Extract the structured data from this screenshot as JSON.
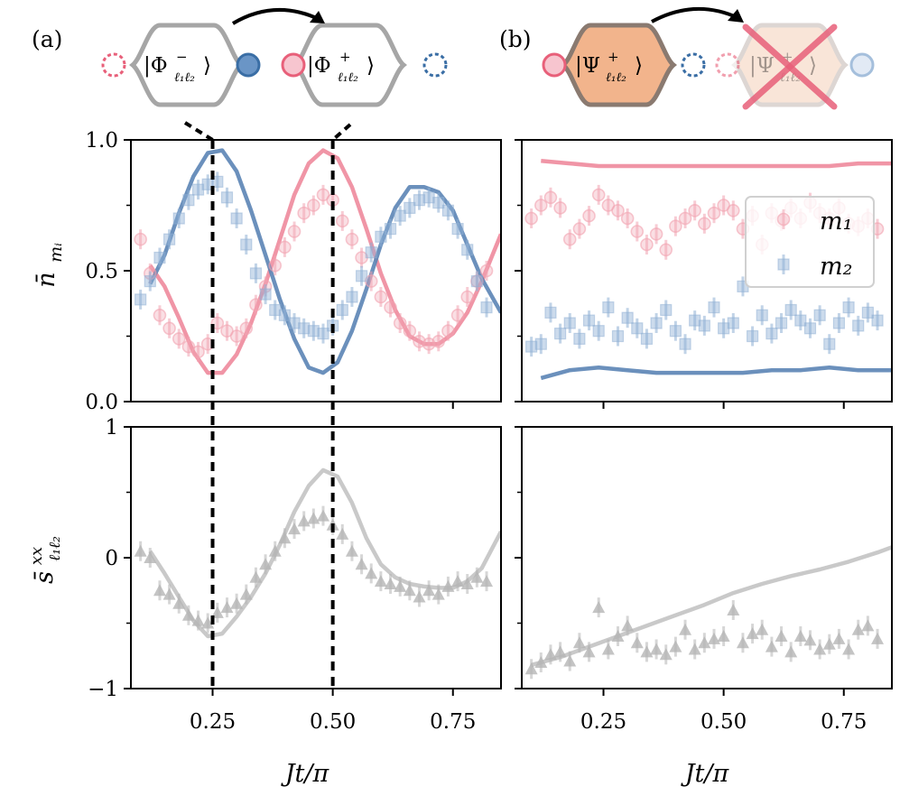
{
  "panels": {
    "a_tag": "(a)",
    "b_tag": "(b)"
  },
  "labels": {
    "x_label": "Jt/π",
    "top_y_label": "n̄",
    "top_y_sub": "mᵢ",
    "bottom_y_label": "s̄",
    "bottom_y_sup": "xx",
    "bottom_y_sub": "ℓ₁ℓ₂",
    "diagram_a_left": "|Φ",
    "diagram_a_left_sup": "−",
    "diagram_a_right": "|Φ",
    "diagram_a_right_sup": "+",
    "diagram_b_left": "|Ψ",
    "diagram_b_left_sup": "+",
    "diagram_b_right": "|Ψ",
    "diagram_sub": "ℓ₁ℓ₂",
    "ket_close": "⟩"
  },
  "legend": {
    "m1": "m₁",
    "m2": "m₂"
  },
  "colors": {
    "red": "#e8607a",
    "red_light": "#f2a3b1",
    "blue": "#3a6ea5",
    "blue_light": "#8fb0d4",
    "grey": "#b8b8b8",
    "orange": "#f2b48c"
  },
  "chart_data": [
    {
      "panel": "a-top",
      "type": "line",
      "xlim": [
        0.08,
        0.85
      ],
      "ylim": [
        0.0,
        1.0
      ],
      "x_ticks": [
        "0.25",
        "0.50",
        "0.75"
      ],
      "y_ticks": [
        "0.0",
        "0.5",
        "1.0"
      ],
      "series": [
        {
          "name": "m₁",
          "kind": "theory",
          "x": [
            0.12,
            0.15,
            0.18,
            0.21,
            0.24,
            0.27,
            0.3,
            0.33,
            0.36,
            0.39,
            0.42,
            0.45,
            0.48,
            0.51,
            0.54,
            0.57,
            0.6,
            0.63,
            0.66,
            0.69,
            0.72,
            0.75,
            0.78,
            0.81,
            0.85
          ],
          "y": [
            0.52,
            0.44,
            0.32,
            0.19,
            0.11,
            0.11,
            0.18,
            0.3,
            0.45,
            0.62,
            0.79,
            0.91,
            0.96,
            0.93,
            0.82,
            0.66,
            0.49,
            0.35,
            0.25,
            0.22,
            0.22,
            0.26,
            0.34,
            0.46,
            0.64
          ]
        },
        {
          "name": "m₂",
          "kind": "theory",
          "x": [
            0.12,
            0.15,
            0.18,
            0.21,
            0.24,
            0.27,
            0.3,
            0.33,
            0.36,
            0.39,
            0.42,
            0.45,
            0.48,
            0.51,
            0.54,
            0.57,
            0.6,
            0.63,
            0.66,
            0.69,
            0.72,
            0.75,
            0.78,
            0.81,
            0.85
          ],
          "y": [
            0.45,
            0.56,
            0.72,
            0.86,
            0.95,
            0.96,
            0.88,
            0.73,
            0.56,
            0.39,
            0.24,
            0.13,
            0.11,
            0.15,
            0.27,
            0.43,
            0.6,
            0.74,
            0.82,
            0.82,
            0.8,
            0.73,
            0.6,
            0.47,
            0.34
          ]
        },
        {
          "name": "m₁",
          "kind": "data",
          "x": [
            0.1,
            0.12,
            0.14,
            0.16,
            0.18,
            0.2,
            0.22,
            0.24,
            0.26,
            0.28,
            0.3,
            0.32,
            0.34,
            0.36,
            0.38,
            0.4,
            0.42,
            0.44,
            0.46,
            0.48,
            0.5,
            0.52,
            0.54,
            0.56,
            0.58,
            0.6,
            0.62,
            0.64,
            0.66,
            0.68,
            0.7,
            0.72,
            0.74,
            0.76,
            0.78,
            0.8,
            0.82
          ],
          "y": [
            0.62,
            0.49,
            0.33,
            0.28,
            0.24,
            0.21,
            0.19,
            0.22,
            0.3,
            0.27,
            0.25,
            0.28,
            0.37,
            0.44,
            0.52,
            0.59,
            0.65,
            0.72,
            0.75,
            0.79,
            0.77,
            0.69,
            0.62,
            0.55,
            0.46,
            0.4,
            0.36,
            0.3,
            0.27,
            0.23,
            0.22,
            0.23,
            0.27,
            0.33,
            0.4,
            0.46,
            0.5
          ]
        },
        {
          "name": "m₂",
          "kind": "data",
          "x": [
            0.1,
            0.12,
            0.14,
            0.16,
            0.18,
            0.2,
            0.22,
            0.24,
            0.26,
            0.28,
            0.3,
            0.32,
            0.34,
            0.36,
            0.38,
            0.4,
            0.42,
            0.44,
            0.46,
            0.48,
            0.5,
            0.52,
            0.54,
            0.56,
            0.58,
            0.6,
            0.62,
            0.64,
            0.66,
            0.68,
            0.7,
            0.72,
            0.74,
            0.76,
            0.78,
            0.8,
            0.82
          ],
          "y": [
            0.39,
            0.46,
            0.55,
            0.62,
            0.7,
            0.77,
            0.81,
            0.83,
            0.84,
            0.78,
            0.7,
            0.6,
            0.49,
            0.41,
            0.35,
            0.33,
            0.3,
            0.28,
            0.27,
            0.26,
            0.29,
            0.35,
            0.4,
            0.48,
            0.57,
            0.63,
            0.66,
            0.71,
            0.74,
            0.77,
            0.78,
            0.76,
            0.73,
            0.66,
            0.58,
            0.46,
            0.36
          ]
        }
      ]
    },
    {
      "panel": "b-top",
      "type": "line",
      "xlim": [
        0.08,
        0.85
      ],
      "ylim": [
        0.0,
        1.0
      ],
      "x_ticks": [
        "0.25",
        "0.50",
        "0.75"
      ],
      "legend_position": "upper right",
      "series": [
        {
          "name": "m₁",
          "kind": "theory",
          "x": [
            0.12,
            0.18,
            0.24,
            0.3,
            0.36,
            0.42,
            0.48,
            0.54,
            0.6,
            0.66,
            0.72,
            0.78,
            0.85
          ],
          "y": [
            0.92,
            0.91,
            0.9,
            0.9,
            0.9,
            0.9,
            0.9,
            0.9,
            0.9,
            0.9,
            0.9,
            0.91,
            0.91
          ]
        },
        {
          "name": "m₂",
          "kind": "theory",
          "x": [
            0.12,
            0.18,
            0.24,
            0.3,
            0.36,
            0.42,
            0.48,
            0.54,
            0.6,
            0.66,
            0.72,
            0.78,
            0.85
          ],
          "y": [
            0.09,
            0.12,
            0.13,
            0.12,
            0.11,
            0.11,
            0.11,
            0.11,
            0.12,
            0.12,
            0.13,
            0.12,
            0.12
          ]
        },
        {
          "name": "m₁",
          "kind": "data",
          "x": [
            0.1,
            0.12,
            0.14,
            0.16,
            0.18,
            0.2,
            0.22,
            0.24,
            0.26,
            0.28,
            0.3,
            0.32,
            0.34,
            0.36,
            0.38,
            0.4,
            0.42,
            0.44,
            0.46,
            0.48,
            0.5,
            0.52,
            0.54,
            0.56,
            0.58,
            0.6,
            0.62,
            0.64,
            0.66,
            0.68,
            0.7,
            0.72,
            0.74,
            0.76,
            0.78,
            0.8,
            0.82
          ],
          "y": [
            0.7,
            0.75,
            0.78,
            0.74,
            0.62,
            0.66,
            0.71,
            0.79,
            0.75,
            0.73,
            0.7,
            0.65,
            0.6,
            0.64,
            0.58,
            0.67,
            0.7,
            0.73,
            0.68,
            0.72,
            0.75,
            0.73,
            0.66,
            0.71,
            0.6,
            0.72,
            0.69,
            0.74,
            0.7,
            0.76,
            0.72,
            0.7,
            0.74,
            0.68,
            0.67,
            0.7,
            0.66
          ]
        },
        {
          "name": "m₂",
          "kind": "data",
          "x": [
            0.1,
            0.12,
            0.14,
            0.16,
            0.18,
            0.2,
            0.22,
            0.24,
            0.26,
            0.28,
            0.3,
            0.32,
            0.34,
            0.36,
            0.38,
            0.4,
            0.42,
            0.44,
            0.46,
            0.48,
            0.5,
            0.52,
            0.54,
            0.56,
            0.58,
            0.6,
            0.62,
            0.64,
            0.66,
            0.68,
            0.7,
            0.72,
            0.74,
            0.76,
            0.78,
            0.8,
            0.82
          ],
          "y": [
            0.21,
            0.22,
            0.34,
            0.26,
            0.3,
            0.24,
            0.31,
            0.27,
            0.36,
            0.25,
            0.32,
            0.28,
            0.24,
            0.3,
            0.35,
            0.27,
            0.22,
            0.31,
            0.29,
            0.36,
            0.28,
            0.3,
            0.44,
            0.25,
            0.33,
            0.26,
            0.3,
            0.35,
            0.31,
            0.28,
            0.33,
            0.22,
            0.3,
            0.36,
            0.29,
            0.34,
            0.31
          ]
        }
      ]
    },
    {
      "panel": "a-bottom",
      "type": "line",
      "xlim": [
        0.08,
        0.85
      ],
      "ylim": [
        -1.0,
        1.0
      ],
      "x_ticks": [
        "0.25",
        "0.50",
        "0.75"
      ],
      "y_ticks": [
        "−1",
        "0",
        "1"
      ],
      "series": [
        {
          "kind": "theory",
          "x": [
            0.12,
            0.15,
            0.18,
            0.21,
            0.24,
            0.27,
            0.3,
            0.33,
            0.36,
            0.39,
            0.42,
            0.45,
            0.48,
            0.51,
            0.54,
            0.57,
            0.6,
            0.63,
            0.66,
            0.69,
            0.72,
            0.75,
            0.78,
            0.81,
            0.85
          ],
          "y": [
            0.05,
            -0.12,
            -0.3,
            -0.48,
            -0.6,
            -0.58,
            -0.45,
            -0.3,
            -0.12,
            0.1,
            0.35,
            0.55,
            0.67,
            0.62,
            0.42,
            0.15,
            -0.05,
            -0.15,
            -0.2,
            -0.22,
            -0.23,
            -0.23,
            -0.18,
            -0.08,
            0.2
          ]
        },
        {
          "kind": "data",
          "x": [
            0.1,
            0.12,
            0.14,
            0.16,
            0.18,
            0.2,
            0.22,
            0.24,
            0.26,
            0.28,
            0.3,
            0.32,
            0.34,
            0.36,
            0.38,
            0.4,
            0.42,
            0.44,
            0.46,
            0.48,
            0.5,
            0.52,
            0.54,
            0.56,
            0.58,
            0.6,
            0.62,
            0.64,
            0.66,
            0.68,
            0.7,
            0.72,
            0.74,
            0.76,
            0.78,
            0.8,
            0.82
          ],
          "y": [
            0.05,
            0.0,
            -0.25,
            -0.28,
            -0.35,
            -0.44,
            -0.48,
            -0.5,
            -0.42,
            -0.38,
            -0.35,
            -0.28,
            -0.15,
            -0.05,
            0.05,
            0.15,
            0.22,
            0.28,
            0.3,
            0.32,
            0.25,
            0.18,
            0.05,
            -0.05,
            -0.12,
            -0.18,
            -0.2,
            -0.22,
            -0.25,
            -0.3,
            -0.25,
            -0.28,
            -0.22,
            -0.18,
            -0.2,
            -0.15,
            -0.18
          ]
        }
      ]
    },
    {
      "panel": "b-bottom",
      "type": "line",
      "xlim": [
        0.08,
        0.85
      ],
      "ylim": [
        -1.0,
        1.0
      ],
      "x_ticks": [
        "0.25",
        "0.50",
        "0.75"
      ],
      "series": [
        {
          "kind": "theory",
          "x": [
            0.1,
            0.16,
            0.22,
            0.28,
            0.34,
            0.4,
            0.46,
            0.52,
            0.58,
            0.64,
            0.7,
            0.76,
            0.82,
            0.85
          ],
          "y": [
            -0.82,
            -0.76,
            -0.68,
            -0.6,
            -0.52,
            -0.44,
            -0.36,
            -0.27,
            -0.2,
            -0.14,
            -0.09,
            -0.03,
            0.04,
            0.08
          ]
        },
        {
          "kind": "data",
          "x": [
            0.1,
            0.12,
            0.14,
            0.16,
            0.18,
            0.2,
            0.22,
            0.24,
            0.26,
            0.28,
            0.3,
            0.32,
            0.34,
            0.36,
            0.38,
            0.4,
            0.42,
            0.44,
            0.46,
            0.48,
            0.5,
            0.52,
            0.54,
            0.56,
            0.58,
            0.6,
            0.62,
            0.64,
            0.66,
            0.68,
            0.7,
            0.72,
            0.74,
            0.76,
            0.78,
            0.8,
            0.82
          ],
          "y": [
            -0.85,
            -0.8,
            -0.74,
            -0.72,
            -0.79,
            -0.65,
            -0.72,
            -0.38,
            -0.7,
            -0.6,
            -0.52,
            -0.65,
            -0.72,
            -0.7,
            -0.74,
            -0.68,
            -0.55,
            -0.7,
            -0.65,
            -0.62,
            -0.6,
            -0.4,
            -0.65,
            -0.58,
            -0.55,
            -0.68,
            -0.6,
            -0.72,
            -0.6,
            -0.63,
            -0.7,
            -0.66,
            -0.62,
            -0.7,
            -0.55,
            -0.52,
            -0.62
          ]
        }
      ]
    }
  ]
}
